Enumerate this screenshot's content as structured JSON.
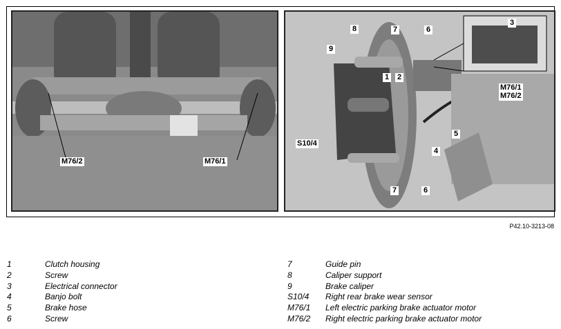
{
  "figure": {
    "left_labels": {
      "m76_2": "M76/2",
      "m76_1": "M76/1"
    },
    "right_labels": {
      "n8": "8",
      "n7_top": "7",
      "n6_top": "6",
      "n3": "3",
      "n9": "9",
      "n1": "1",
      "n2": "2",
      "m76_1": "M76/1",
      "m76_2": "M76/2",
      "s10_4": "S10/4",
      "n5": "5",
      "n4": "4",
      "n7_bottom": "7",
      "n6_bottom": "6"
    },
    "reference": "P42.10-3213-08"
  },
  "legend": {
    "left": [
      {
        "key": "1",
        "text": "Clutch housing"
      },
      {
        "key": "2",
        "text": "Screw"
      },
      {
        "key": "3",
        "text": "Electrical connector"
      },
      {
        "key": "4",
        "text": "Banjo bolt"
      },
      {
        "key": "5",
        "text": "Brake hose"
      },
      {
        "key": "6",
        "text": "Screw"
      }
    ],
    "right": [
      {
        "key": "7",
        "text": "Guide pin"
      },
      {
        "key": "8",
        "text": "Caliper support"
      },
      {
        "key": "9",
        "text": "Brake caliper"
      },
      {
        "key": "S10/4",
        "text": "Right rear brake wear sensor"
      },
      {
        "key": "M76/1",
        "text": "Left electric parking brake actuator motor"
      },
      {
        "key": "M76/2",
        "text": "Right electric parking brake actuator motor"
      }
    ]
  }
}
